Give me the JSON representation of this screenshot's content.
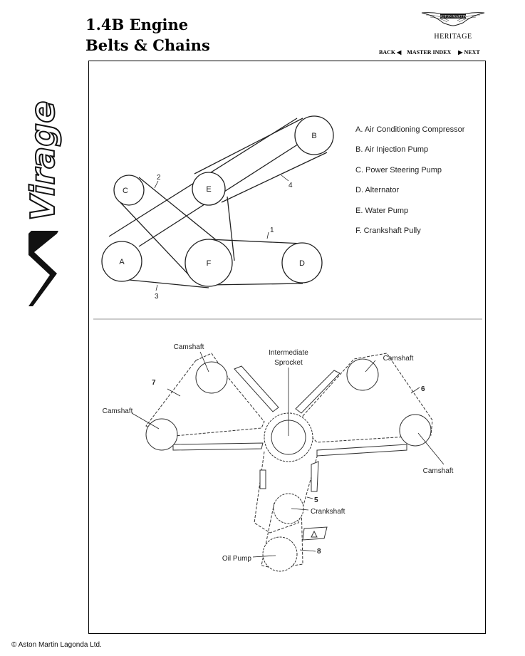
{
  "header": {
    "title_line1": "1.4B Engine",
    "title_line2": "Belts & Chains"
  },
  "brand": {
    "logo_text": "ASTON MARTIN",
    "sub": "HERITAGE"
  },
  "side_logo_text": "Virage",
  "nav": {
    "back": "BACK",
    "master_index": "MASTER INDEX",
    "next": "NEXT"
  },
  "belts": {
    "pulleys": [
      {
        "id": "A",
        "label": "A"
      },
      {
        "id": "B",
        "label": "B"
      },
      {
        "id": "C",
        "label": "C"
      },
      {
        "id": "D",
        "label": "D"
      },
      {
        "id": "E",
        "label": "E"
      },
      {
        "id": "F",
        "label": "F"
      }
    ],
    "belt_numbers": [
      "1",
      "2",
      "3",
      "4"
    ],
    "legend": [
      "A. Air Conditioning Compressor",
      "B. Air Injection Pump",
      "C. Power Steering Pump",
      "D. Alternator",
      "E. Water Pump",
      "F. Crankshaft Pully"
    ]
  },
  "chains": {
    "camshaft": "Camshaft",
    "intermediate_line1": "Intermediate",
    "intermediate_line2": "Sprocket",
    "crankshaft": "Crankshaft",
    "oil_pump": "Oil Pump",
    "chain_numbers": [
      "5",
      "6",
      "7",
      "8"
    ]
  },
  "footer": {
    "copyright": "© Aston Martin Lagonda Ltd."
  }
}
